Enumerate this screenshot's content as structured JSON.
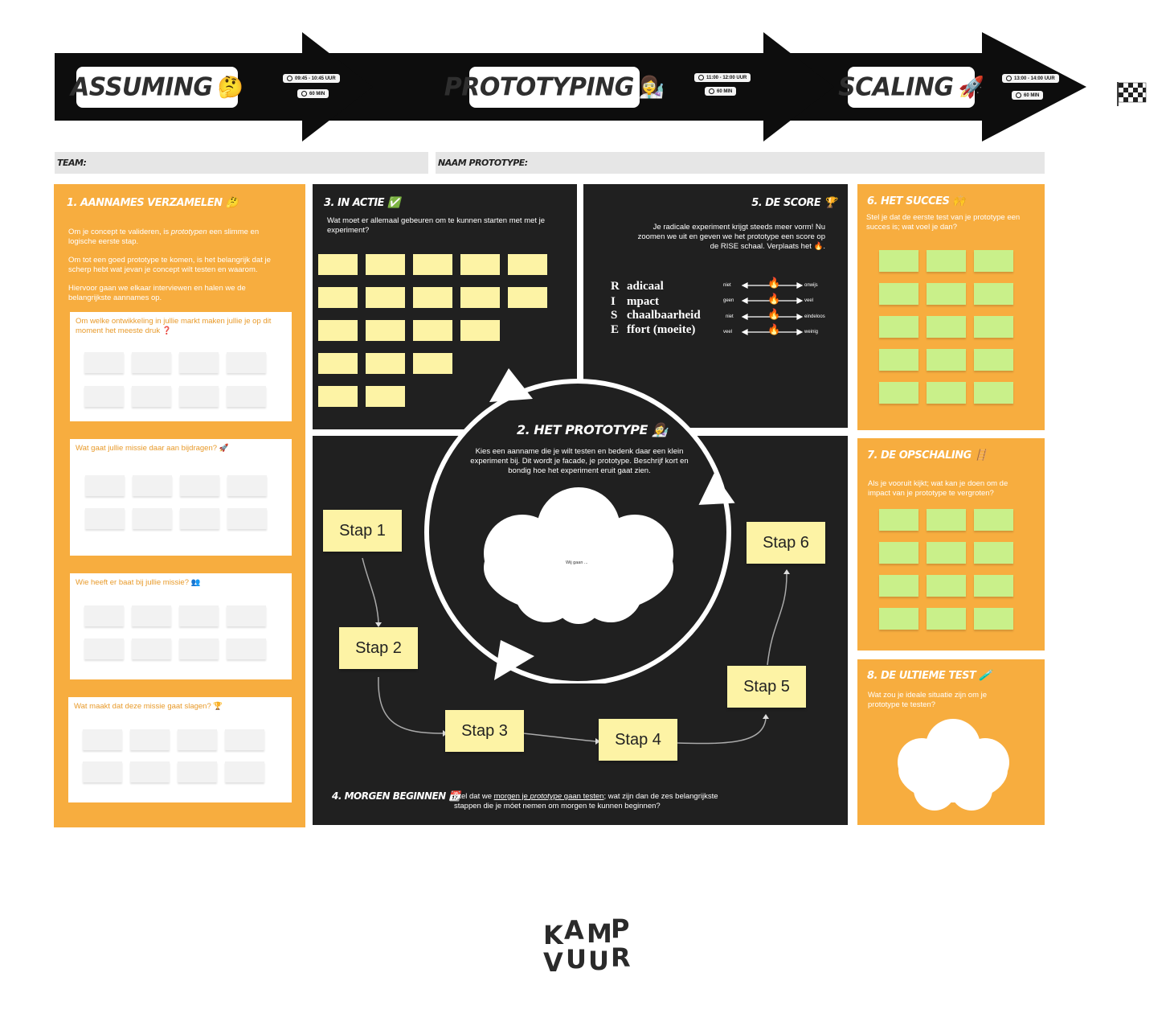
{
  "phases": [
    {
      "label": "ASSUMING",
      "emoji": "🤔",
      "time": "09:45 - 10:45 UUR",
      "duration": "60 MIN"
    },
    {
      "label": "PROTOTYPING",
      "emoji": "👩‍🔬",
      "time": "11:00 - 12:00 UUR",
      "duration": "60 MIN"
    },
    {
      "label": "SCALING",
      "emoji": "🚀",
      "time": "13:00 - 14:00 UUR",
      "duration": "60 MIN"
    }
  ],
  "finish_icon": "checkered-flag-icon",
  "header": {
    "team_label": "TEAM:",
    "prototype_label": "NAAM PROTOTYPE:"
  },
  "section1": {
    "title": "1. AANNAMES VERZAMELEN 🤔",
    "p1_pre": "Om je concept te valideren, is ",
    "p1_em": "prototypen",
    "p1_post": " een slimme en logische eerste stap.",
    "p2": "Om tot een goed prototype te komen, is het belangrijk dat je scherp hebt wat jevan je concept wilt testen en waarom.",
    "p3": "Hiervoor gaan we elkaar interviewen en halen we de belangrijkste aannames op.",
    "q1": "Om welke ontwikkeling in jullie markt maken jullie je op dit moment het meeste druk ❓",
    "q2": "Wat gaat jullie missie daar aan bijdragen? 🚀",
    "q3": "Wie heeft er baat bij jullie missie? 👥",
    "q4": "Wat maakt dat deze missie gaat slagen? 🏆"
  },
  "section3": {
    "title": "3. IN ACTIE ✅",
    "text": "Wat moet er allemaal gebeuren om te kunnen starten met met je experiment?"
  },
  "section5": {
    "title": "5. DE SCORE 🏆",
    "text": "Je radicale experiment krijgt steeds meer vorm! Nu zoomen we uit en geven we het prototype een score op de RISE schaal. Verplaats het 🔥.",
    "rows": [
      {
        "letter": "R",
        "word": "adicaal",
        "low": "niet",
        "high": "onwijs"
      },
      {
        "letter": "I",
        "word": "mpact",
        "low": "geen",
        "high": "veel"
      },
      {
        "letter": "S",
        "word": "chaalbaarheid",
        "low": "niet",
        "high": "eindeloos"
      },
      {
        "letter": "E",
        "word": "ffort (moeite)",
        "low": "veel",
        "high": "weinig"
      }
    ],
    "marker": "🔥"
  },
  "section2": {
    "title": "2. HET PROTOTYPE 👩‍🔬",
    "text": "Kies een aanname die je wilt testen en bedenk daar een klein experiment bij. Dit wordt je facade, je prototype. Beschrijf kort en bondig hoe het experiment eruit gaat zien.",
    "cloud_text": "Wij gaan ..."
  },
  "section4": {
    "title": "4. MORGEN BEGINNEN 📆",
    "text_pre": "Stel dat we ",
    "text_u1": "morgen je ",
    "text_em": "prototype",
    "text_u2": " gaan testen",
    "text_post": "; wat zijn dan de zes belangrijkste stappen die je móet nemen om morgen te kunnen beginnen?",
    "steps": [
      "Stap 1",
      "Stap 2",
      "Stap 3",
      "Stap 4",
      "Stap 5",
      "Stap 6"
    ]
  },
  "section6": {
    "title": "6. HET SUCCES 🙌",
    "text": "Stel je dat de eerste test van je prototype een succes is; wat voel je dan?"
  },
  "section7": {
    "title": "7. DE OPSCHALING 🪜",
    "text": "Als je vooruit kijkt; wat kan je doen om de impact van je prototype te vergroten?"
  },
  "section8": {
    "title": "8. DE ULTIEME TEST 🧪",
    "text": "Wat zou je ideale situatie zijn om je prototype te testen?"
  },
  "logo": {
    "line1": "KAMP",
    "line2": "VUUR"
  }
}
